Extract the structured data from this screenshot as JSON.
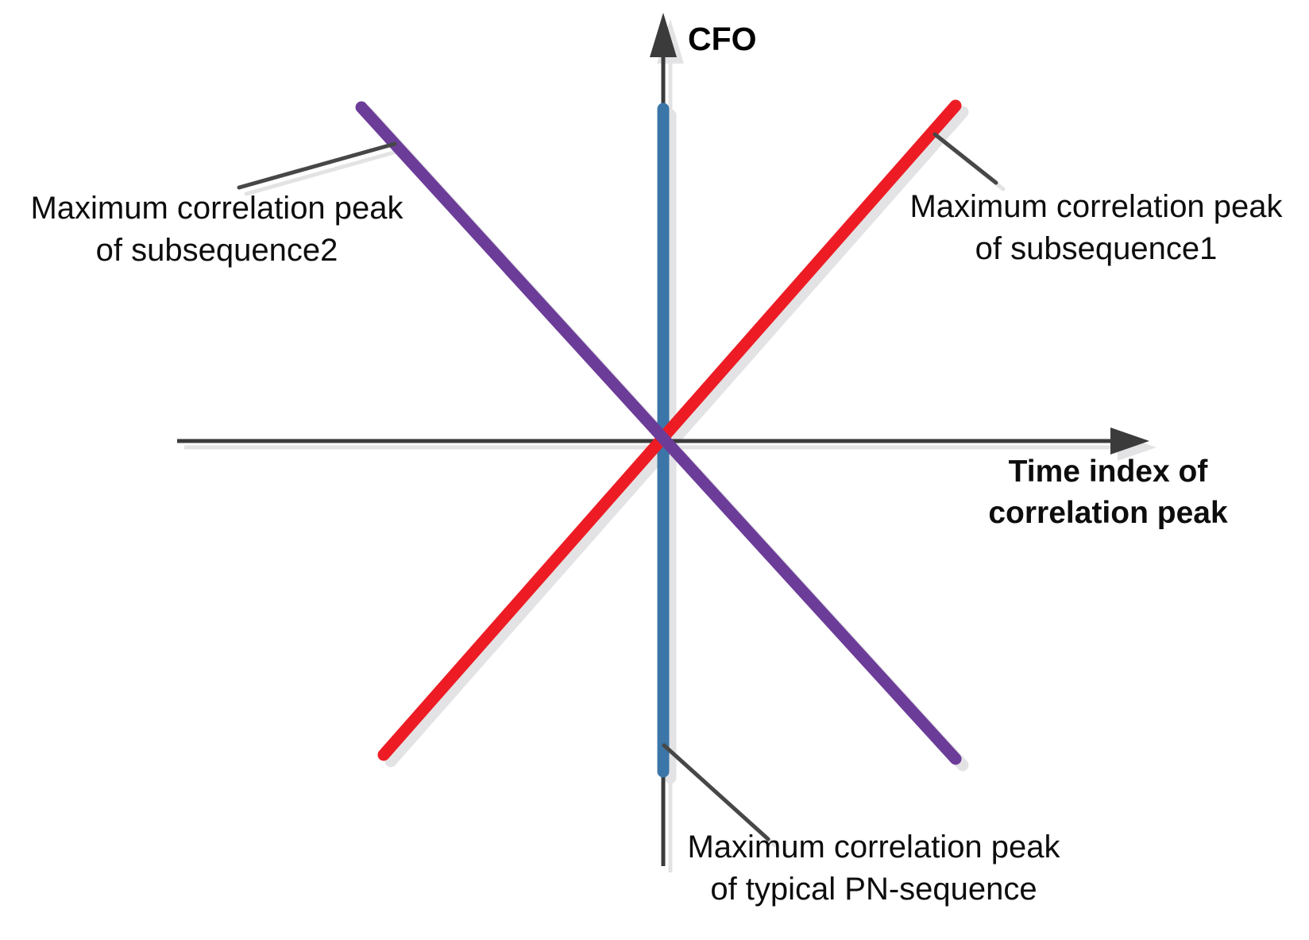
{
  "figure": {
    "title_hint": "CFO vs time-index correlation peak ambiguity diagram",
    "axes": {
      "y_label": "CFO",
      "x_label_line1": "Time index of",
      "x_label_line2": "correlation peak"
    },
    "annotations": {
      "left": {
        "line1": "Maximum correlation peak",
        "line2": "of subsequence2",
        "points_to": "purple line"
      },
      "right": {
        "line1": "Maximum correlation peak",
        "line2": "of subsequence1",
        "points_to": "red line"
      },
      "bottom": {
        "line1": "Maximum correlation peak",
        "line2": "of typical PN-sequence",
        "points_to": "blue line"
      }
    },
    "series": [
      {
        "name": "subsequence1 peak locus",
        "shape": "rising diagonal line",
        "color_key": "red_line"
      },
      {
        "name": "subsequence2 peak locus",
        "shape": "falling diagonal line",
        "color_key": "purple_line"
      },
      {
        "name": "typical PN-sequence peak locus",
        "shape": "vertical line on CFO axis",
        "color_key": "blue_line"
      }
    ],
    "colors": {
      "red_line": "#ED1C24",
      "purple_line": "#6C3C99",
      "blue_line": "#3C76A8",
      "axis": "#3B3B3B",
      "leader": "#474747",
      "shadow": "#E3E3E5",
      "text": "#0d0d0d"
    }
  }
}
